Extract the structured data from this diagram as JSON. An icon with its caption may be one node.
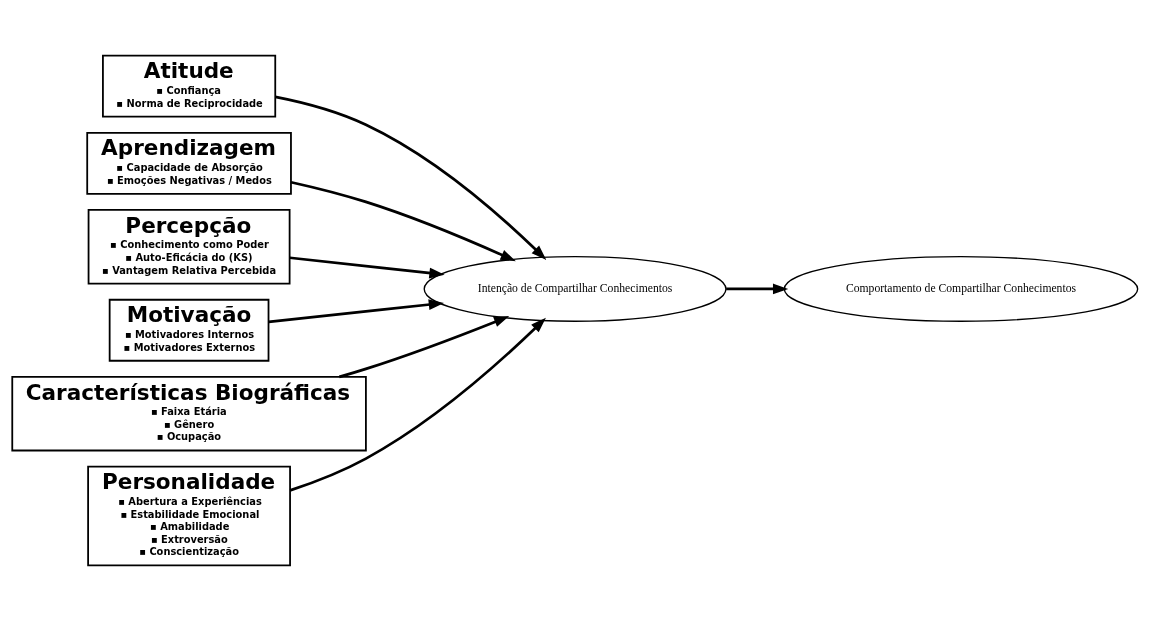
{
  "diagram": {
    "nodes": [
      {
        "text": [
          "Atitude",
          "▪ Confiança",
          "▪ Norma de Reciprocidade"
        ]
      },
      {
        "text": [
          "Aprendizagem",
          "▪ Capacidade de Absorção",
          "▪ Emoções Negativas / Medos"
        ]
      },
      {
        "text": [
          "Percepção",
          "▪ Conhecimento como Poder",
          "▪ Auto-Eficácia do (KS)",
          "▪ Vantagem Relativa Percebida"
        ]
      },
      {
        "text": [
          "Intenção de Compartilhar Conhecimentos"
        ]
      },
      {
        "text": [
          "Comportamento de Compartilhar Conhecimentos"
        ]
      },
      {
        "text": [
          "Motivação",
          "▪ Motivadores Internos",
          "▪ Motivadores Externos"
        ]
      },
      {
        "text": [
          "Características Biográficas",
          "▪ Faixa Etária",
          "▪ Gênero",
          "▪ Ocupação"
        ]
      },
      {
        "text": [
          "Personalidade",
          "▪ Abertura a Experiências",
          "▪ Estabilidade Emocional",
          "▪ Amabilidade",
          "▪ Extroversão",
          "▪ Conscientização"
        ]
      }
    ],
    "edges": [
      {
        "from": 0,
        "to": 3,
        "arrow": "to"
      },
      {
        "from": 1,
        "to": 3,
        "arrow": "to"
      },
      {
        "from": 2,
        "to": 3,
        "arrow": "to"
      },
      {
        "from": 5,
        "to": 3,
        "arrow": "to"
      },
      {
        "from": 6,
        "to": 3,
        "arrow": "to"
      },
      {
        "from": 7,
        "to": 3,
        "arrow": "to"
      },
      {
        "from": 3,
        "to": 4,
        "arrow": "to"
      }
    ]
  }
}
